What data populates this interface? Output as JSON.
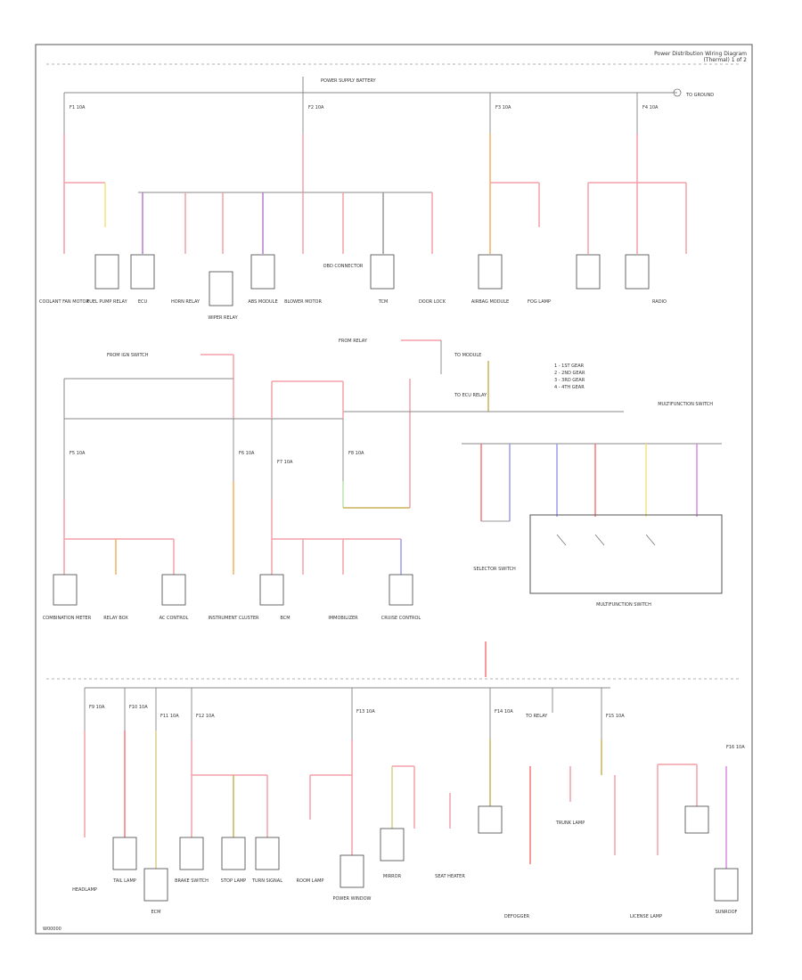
{
  "header": {
    "title_line1": "Power Distribution Wiring Diagram",
    "title_line2": "(Thermal) 1 of 2"
  },
  "fuses": {
    "top": [
      "F1 10A",
      "F2 10A",
      "F3 10A",
      "F4 10A"
    ],
    "mid": [
      "F5 10A",
      "F6 10A",
      "F7 10A",
      "F8 10A"
    ],
    "bottom": [
      "F9 10A",
      "F10 10A",
      "F11 10A",
      "F12 10A",
      "F13 10A",
      "F14 10A",
      "F15 10A",
      "F16 10A"
    ]
  },
  "notes": {
    "top_source": "POWER SUPPLY BATTERY",
    "top_right_ground": "TO GROUND",
    "mid_left_source": "FROM IGN SWITCH",
    "mid_center_source": "FROM RELAY",
    "mid_right_source": "TO MODULE",
    "ecu_relay": "TO ECU RELAY",
    "bottom_right_relay": "TO RELAY",
    "legend": [
      "1 - 1ST GEAR",
      "2 - 2ND GEAR",
      "3 - 3RD GEAR",
      "4 - 4TH GEAR"
    ],
    "right_panel_header": "MULTIFUNCTION SWITCH",
    "selector_switch": "SELECTOR SWITCH"
  },
  "components": {
    "top": [
      "COOLANT FAN MOTOR",
      "FUEL PUMP RELAY",
      "ECU",
      "HORN RELAY",
      "WIPER RELAY",
      "ABS MODULE",
      "BLOWER MOTOR",
      "OBD CONNECTOR",
      "TCM",
      "DOOR LOCK",
      "AIRBAG MODULE",
      "FOG LAMP",
      "RADIO"
    ],
    "mid": [
      "COMBINATION METER",
      "RELAY BOX",
      "AC CONTROL",
      "INSTRUMENT CLUSTER",
      "BCM",
      "IMMOBILIZER",
      "CRUISE CONTROL"
    ],
    "bottom": [
      "HEADLAMP",
      "TAIL LAMP",
      "ECM",
      "BRAKE SWITCH",
      "STOP LAMP",
      "TURN SIGNAL",
      "ROOM LAMP",
      "POWER WINDOW",
      "MIRROR",
      "SEAT HEATER",
      "DEFOGGER",
      "TRUNK LAMP",
      "LICENSE LAMP",
      "SUNROOF"
    ]
  },
  "footer": {
    "code": "W00000"
  }
}
